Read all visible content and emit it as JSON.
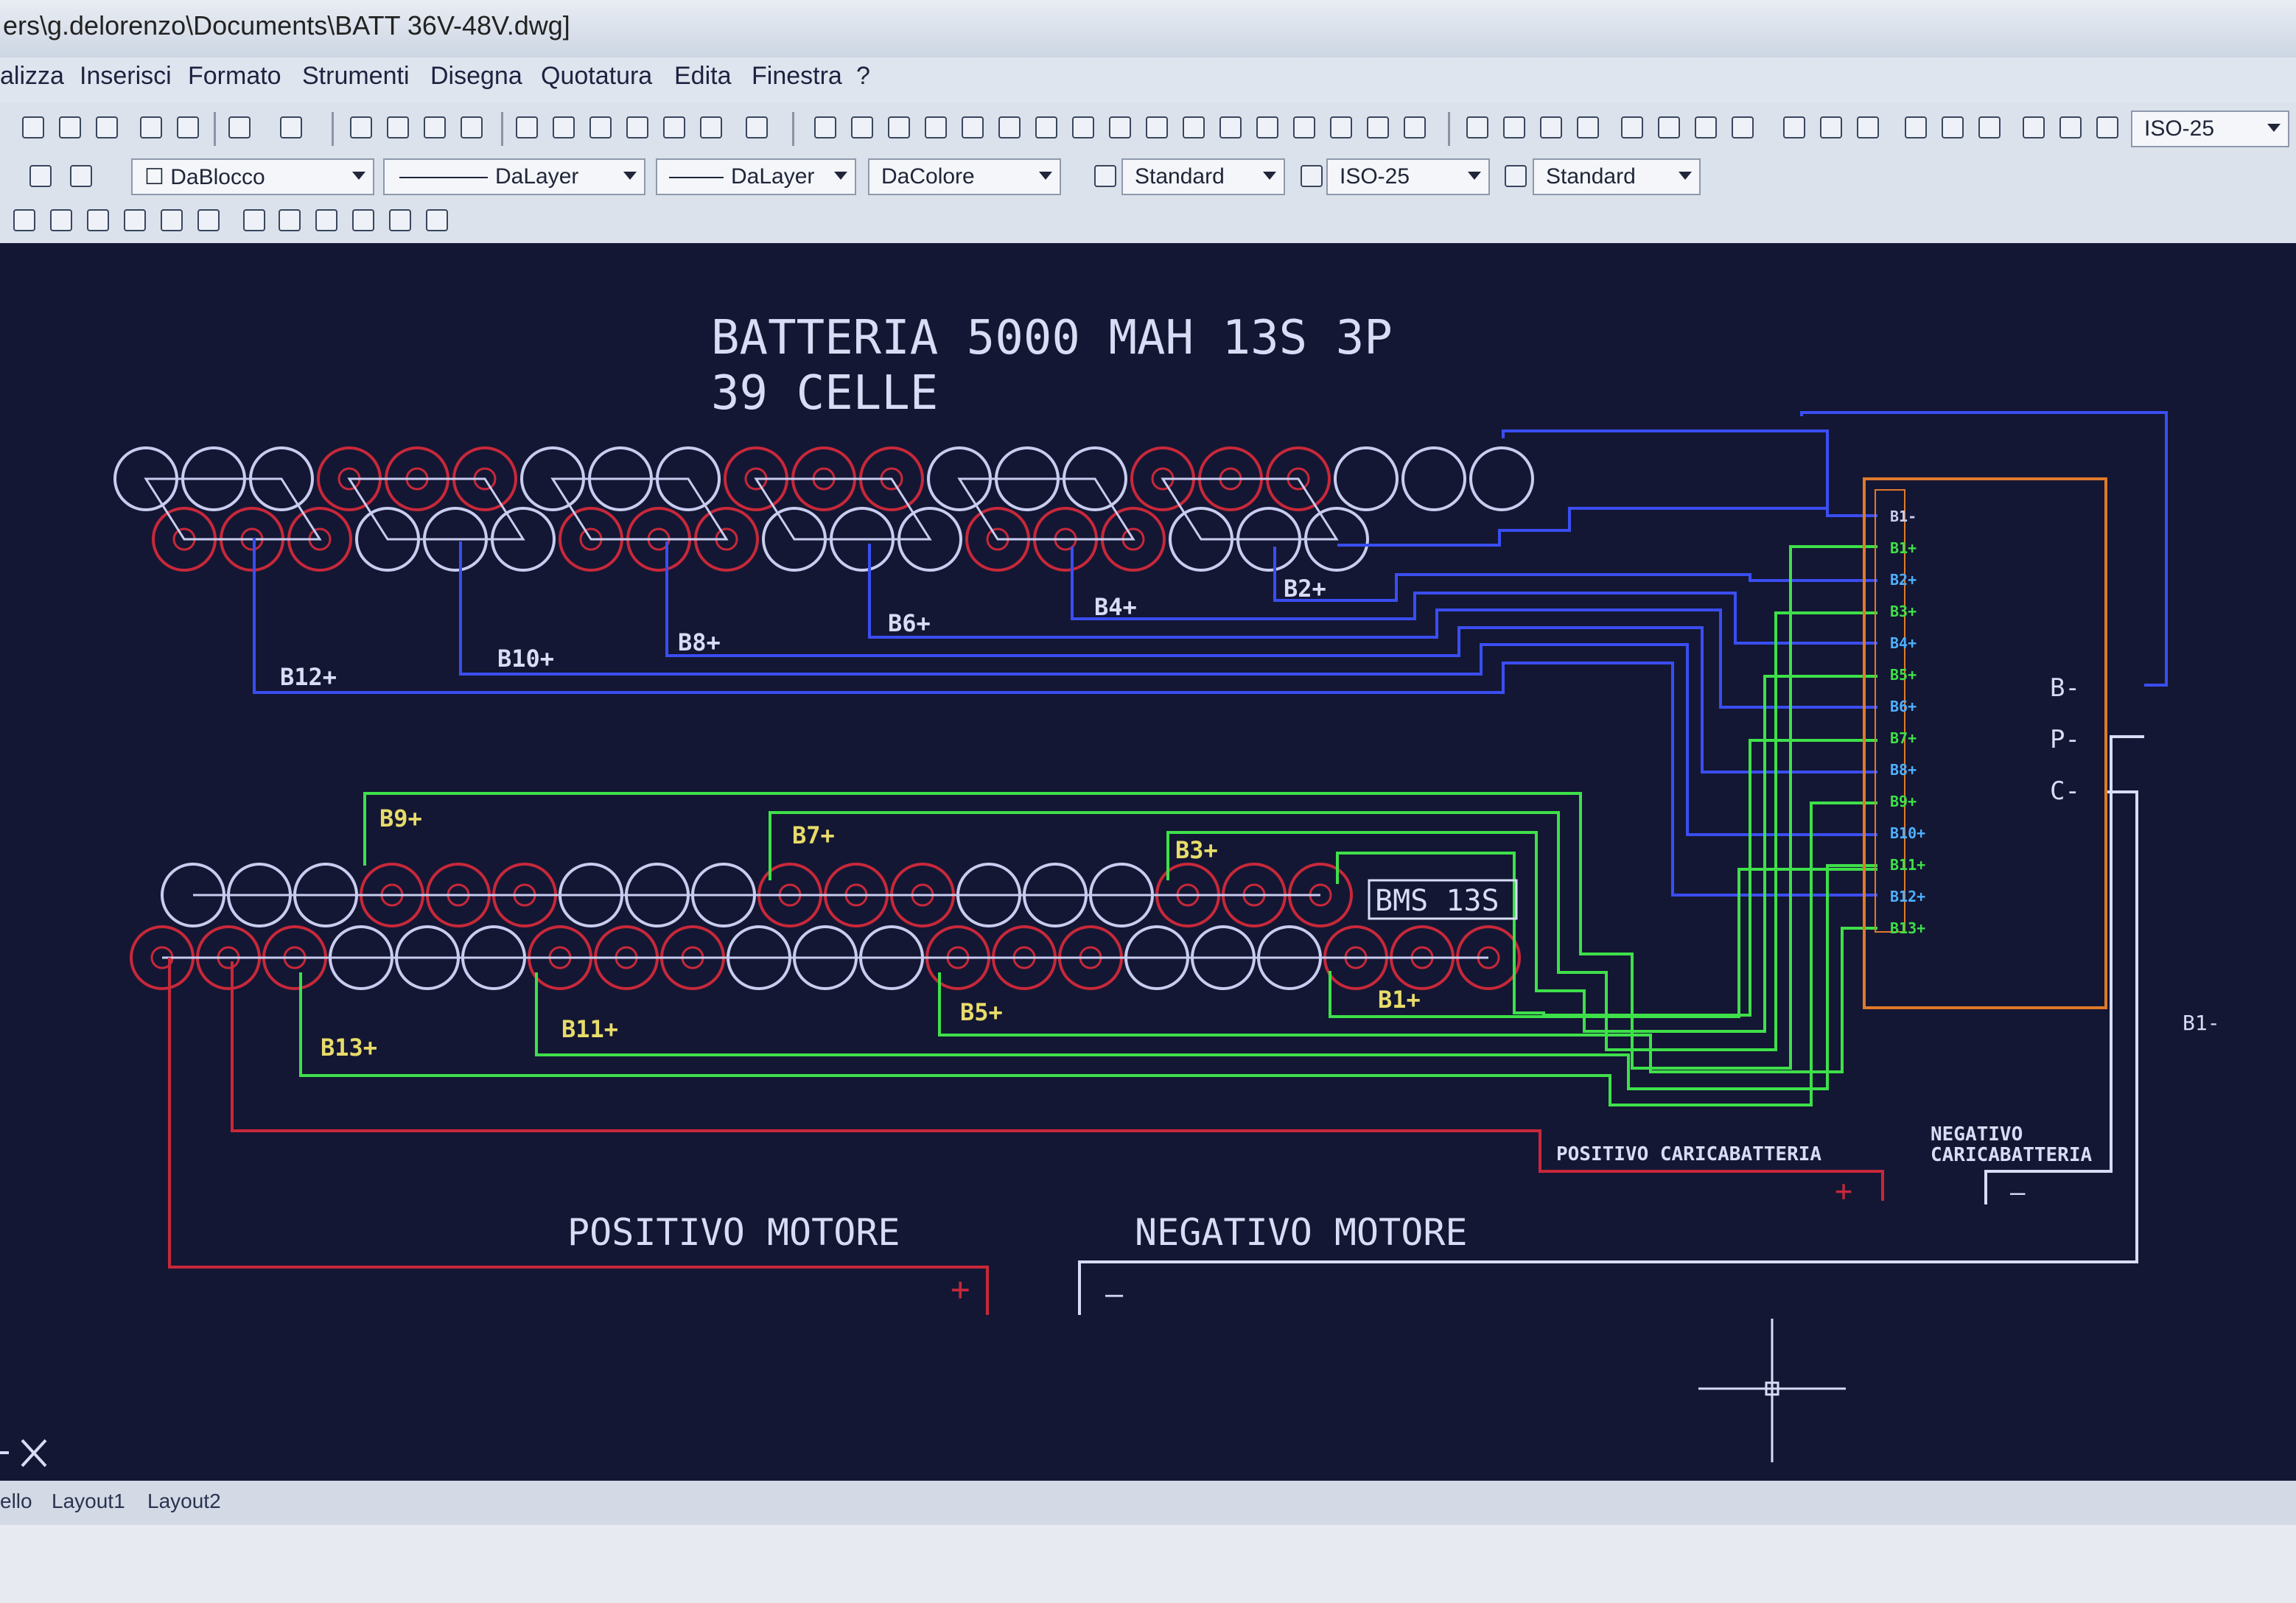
{
  "window": {
    "title": "ers\\g.delorenzo\\Documents\\BATT 36V-48V.dwg]"
  },
  "menu": [
    "alizza",
    "Inserisci",
    "Formato",
    "Strumenti",
    "Disegna",
    "Quotatura",
    "Edita",
    "Finestra",
    "?"
  ],
  "toolbar": {
    "dimstyle_value": "ISO-25"
  },
  "props": {
    "block": "DaBlocco",
    "layer1": "DaLayer",
    "layer2": "DaLayer",
    "color": "DaColore",
    "text_style": "Standard",
    "dim_style": "ISO-25",
    "table_style": "Standard"
  },
  "drawing": {
    "title_line1": "BATTERIA 5000 MAH 13S 3P",
    "title_line2": "39 CELLE",
    "bms_label": "BMS 13S",
    "top_taps": [
      "B12+",
      "B10+",
      "B8+",
      "B6+",
      "B4+",
      "B2+"
    ],
    "bottom_taps": [
      "B9+",
      "B7+",
      "B3+",
      "B13+",
      "B11+",
      "B5+",
      "B1+"
    ],
    "bms_pins": [
      "B1-",
      "B1+",
      "B2+",
      "B3+",
      "B4+",
      "B5+",
      "B6+",
      "B7+",
      "B8+",
      "B9+",
      "B10+",
      "B11+",
      "B12+",
      "B13+"
    ],
    "bms_outputs": [
      "B-",
      "P-",
      "C-"
    ],
    "outside_b1": "B1-",
    "pos_charger": "POSITIVO CARICABATTERIA",
    "neg_charger_1": "NEGATIVO",
    "neg_charger_2": "CARICABATTERIA",
    "pos_motor": "POSITIVO MOTORE",
    "neg_motor": "NEGATIVO MOTORE",
    "plus": "+",
    "minus": "—"
  },
  "tabs": [
    "ello",
    "Layout1",
    "Layout2"
  ],
  "colors": {
    "background": "#141733",
    "white_cell": "#c8cdf0",
    "red_cell": "#c8283a",
    "blue_wire": "#3a4ef2",
    "green_wire": "#3ee04a",
    "yellow_text": "#e8dc6a",
    "bms_box": "#e07a2a",
    "cyan_pin": "#4fb0ff"
  }
}
